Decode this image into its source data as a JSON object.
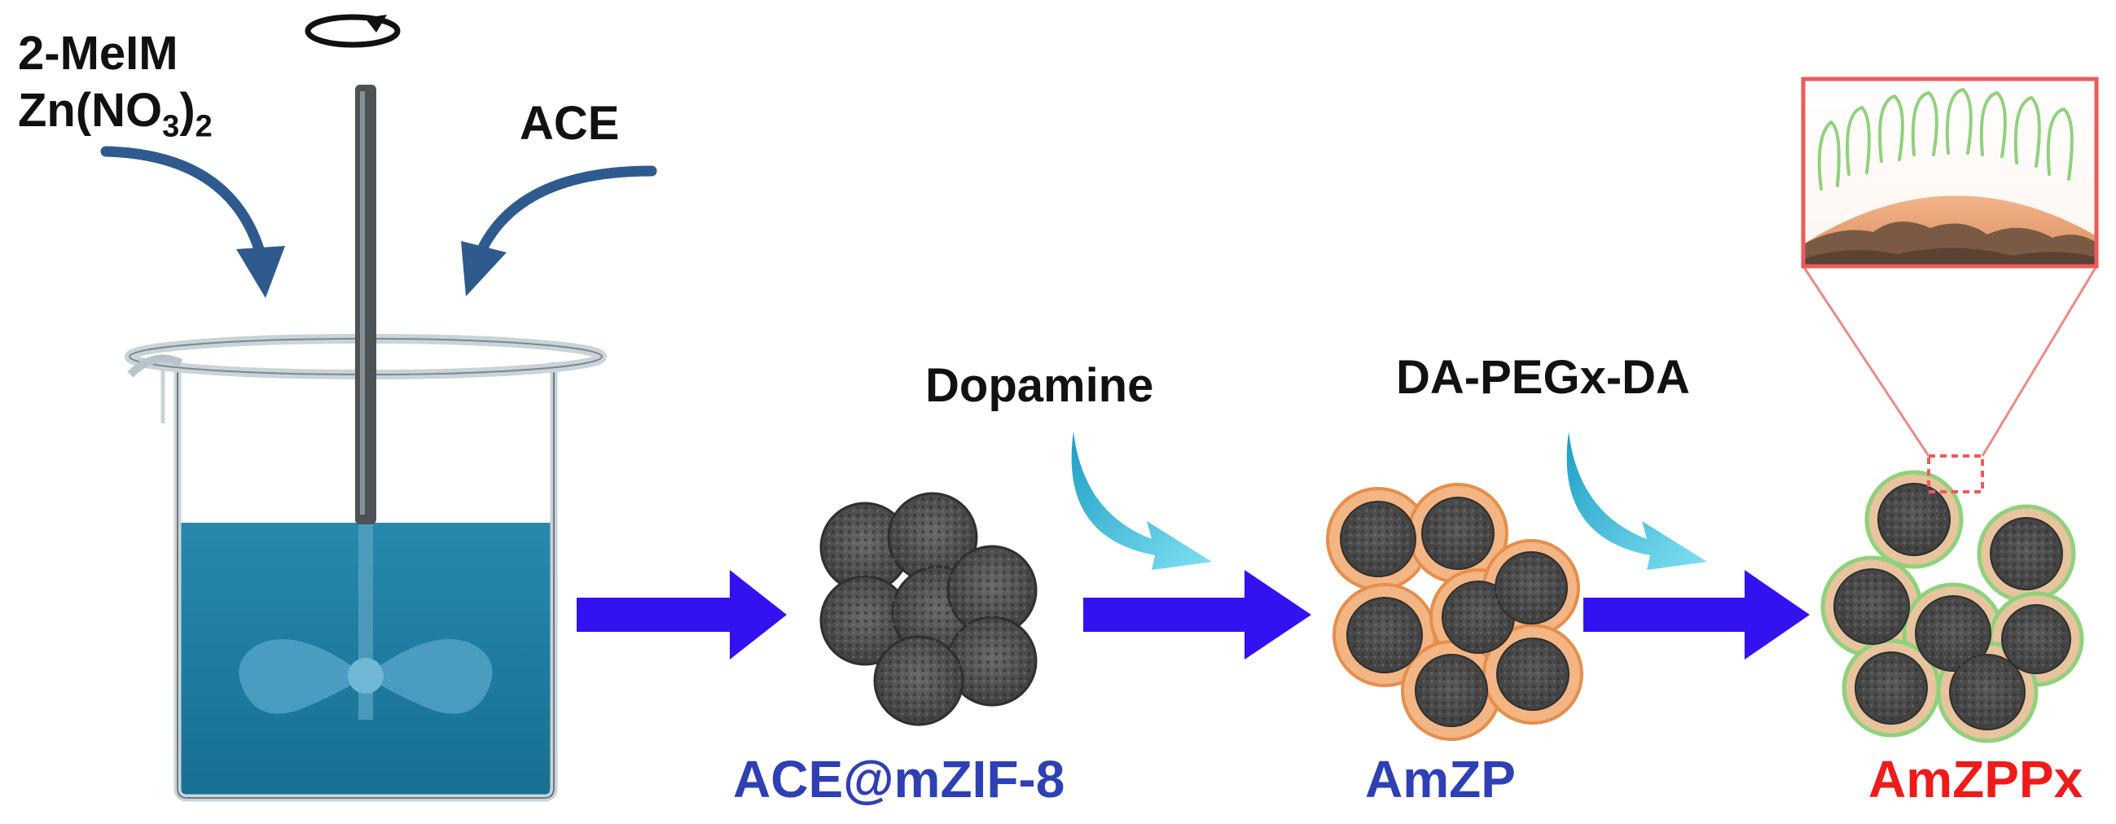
{
  "title": "",
  "reagents": {
    "line1": "2-MeIM",
    "line2_prefix": "Zn(NO",
    "line2_sub3": "3",
    "line2_mid": ")",
    "line2_sub2": "2",
    "drug": "ACE"
  },
  "steps": [
    {
      "reagent": "Dopamine"
    },
    {
      "reagent": "DA-PEGx-DA"
    }
  ],
  "products": [
    {
      "label": "ACE@mZIF-8",
      "color": "#2f3fb4"
    },
    {
      "label": "AmZP",
      "color": "#2f3fb4"
    },
    {
      "label": "AmZPPx",
      "color": "#ee1b1b"
    }
  ],
  "colors": {
    "process_arrow": "#3312f2",
    "input_arrow": "#2f5a8e",
    "cyan_arrow": "#39b7d6",
    "liquid": "#1f7fa3",
    "pda_shell": "#f3a968",
    "peg_shell": "#8fd17c",
    "zoom_border": "#ee5a5a"
  },
  "icons": [
    "rotation-icon",
    "stirrer-icon",
    "beaker-icon",
    "nanoparticle-cluster-icon",
    "zoom-inset-icon"
  ]
}
